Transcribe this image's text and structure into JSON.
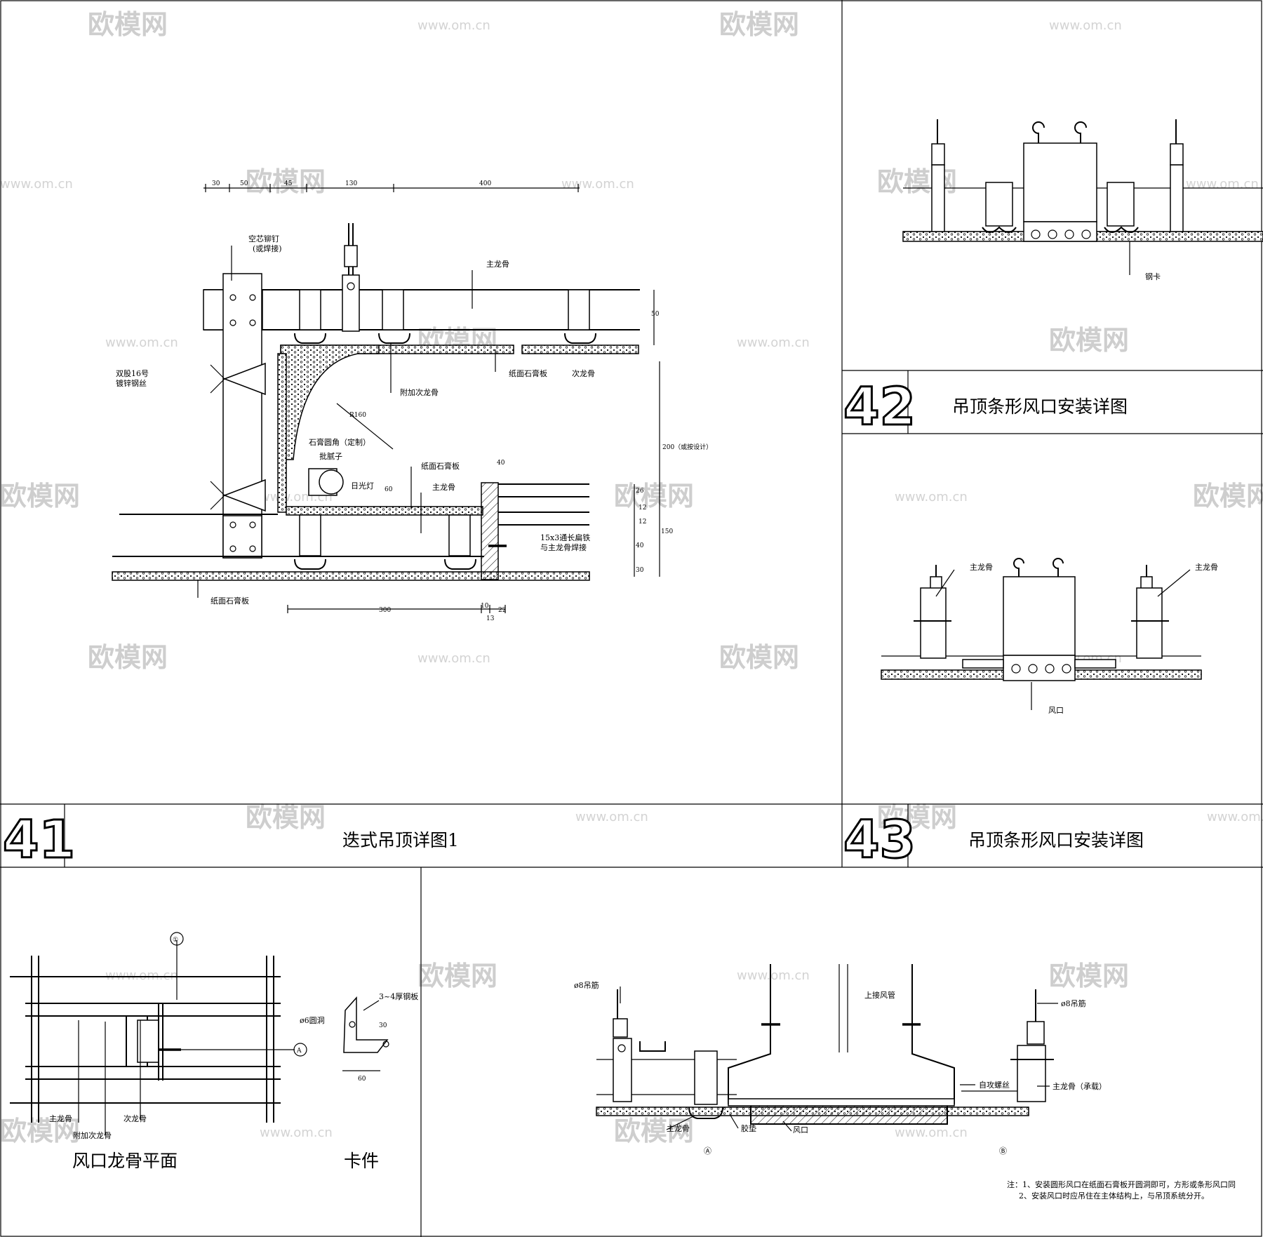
{
  "watermark": {
    "brand": "欧模网",
    "url": "www.om.cn"
  },
  "detail_41": {
    "number": "41",
    "title": "迭式吊顶详图1",
    "labels": {
      "rivet": "空芯铆钉",
      "rivet_sub": "(或焊接)",
      "main_keel": "主龙骨",
      "wire": "双股16号",
      "wire_sub": "镀锌钢丝",
      "gypsum_board": "纸面石膏板",
      "sub_keel": "次龙骨",
      "extra_sub_keel": "附加次龙骨",
      "radius": "R160",
      "corner": "石膏圆角（定制）",
      "putty": "批腻子",
      "lamp": "日光灯",
      "gypsum_board2": "纸面石膏板",
      "main_keel2": "主龙骨",
      "flat_iron": "15x3通长扁铁",
      "flat_iron_sub": "与主龙骨焊接",
      "gypsum_board3": "纸面石膏板",
      "height_note": "200（或按设计）"
    },
    "dims_top": [
      "30",
      "50",
      "45",
      "130",
      "400"
    ],
    "dims_right": [
      "50",
      "40",
      "26",
      "12",
      "12",
      "150",
      "40",
      "30",
      "60"
    ],
    "dims_bottom": [
      "300",
      "10",
      "22",
      "13"
    ]
  },
  "detail_42": {
    "number": "42",
    "title": "吊顶条形风口安装详图",
    "labels": {
      "steel_clip": "钢卡"
    }
  },
  "detail_43": {
    "number": "43",
    "title": "吊顶条形风口安装详图",
    "labels": {
      "main_keel_l": "主龙骨",
      "main_keel_r": "主龙骨",
      "vent": "风口"
    }
  },
  "plan": {
    "title": "风口龙骨平面",
    "labels": {
      "main_keel": "主龙骨",
      "extra_sub_keel": "附加次龙骨",
      "sub_keel": "次龙骨"
    },
    "markers": [
      "①",
      "A"
    ]
  },
  "clip": {
    "title": "卡件",
    "labels": {
      "hole": "ø6圆洞",
      "plate": "3~4厚钢板"
    },
    "dims": [
      "30",
      "60"
    ]
  },
  "section": {
    "labels": {
      "rod_l": "ø8吊筋",
      "rod_r": "ø8吊筋",
      "upper_duct": "上接风管",
      "main_keel": "主龙骨",
      "gasket": "胶垫",
      "vent": "风口",
      "screw": "自攻螺丝",
      "main_keel_bearing": "主龙骨（承载）"
    },
    "markers": [
      "Ⓐ",
      "Ⓑ"
    ],
    "notes": [
      "注：1、安装圆形风口在纸面石膏板开圆洞即可，方形或条形风口同",
      "2、安装风口时应吊住在主体结构上，与吊顶系统分开。"
    ]
  }
}
